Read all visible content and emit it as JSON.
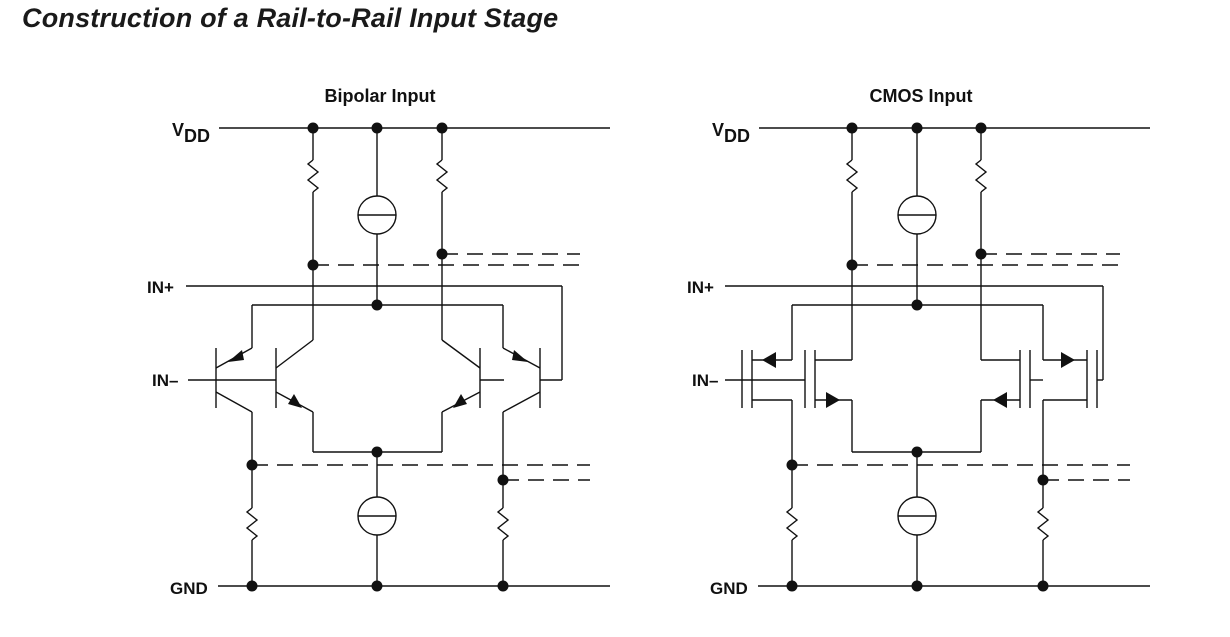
{
  "title": "Construction of a Rail-to-Rail Input Stage",
  "diagrams": [
    {
      "name": "Bipolar Input",
      "vdd_main": "V",
      "vdd_sub": "DD",
      "in_plus": "IN+",
      "in_minus": "IN–",
      "gnd": "GND"
    },
    {
      "name": "CMOS Input",
      "vdd_main": "V",
      "vdd_sub": "DD",
      "in_plus": "IN+",
      "in_minus": "IN–",
      "gnd": "GND"
    }
  ]
}
